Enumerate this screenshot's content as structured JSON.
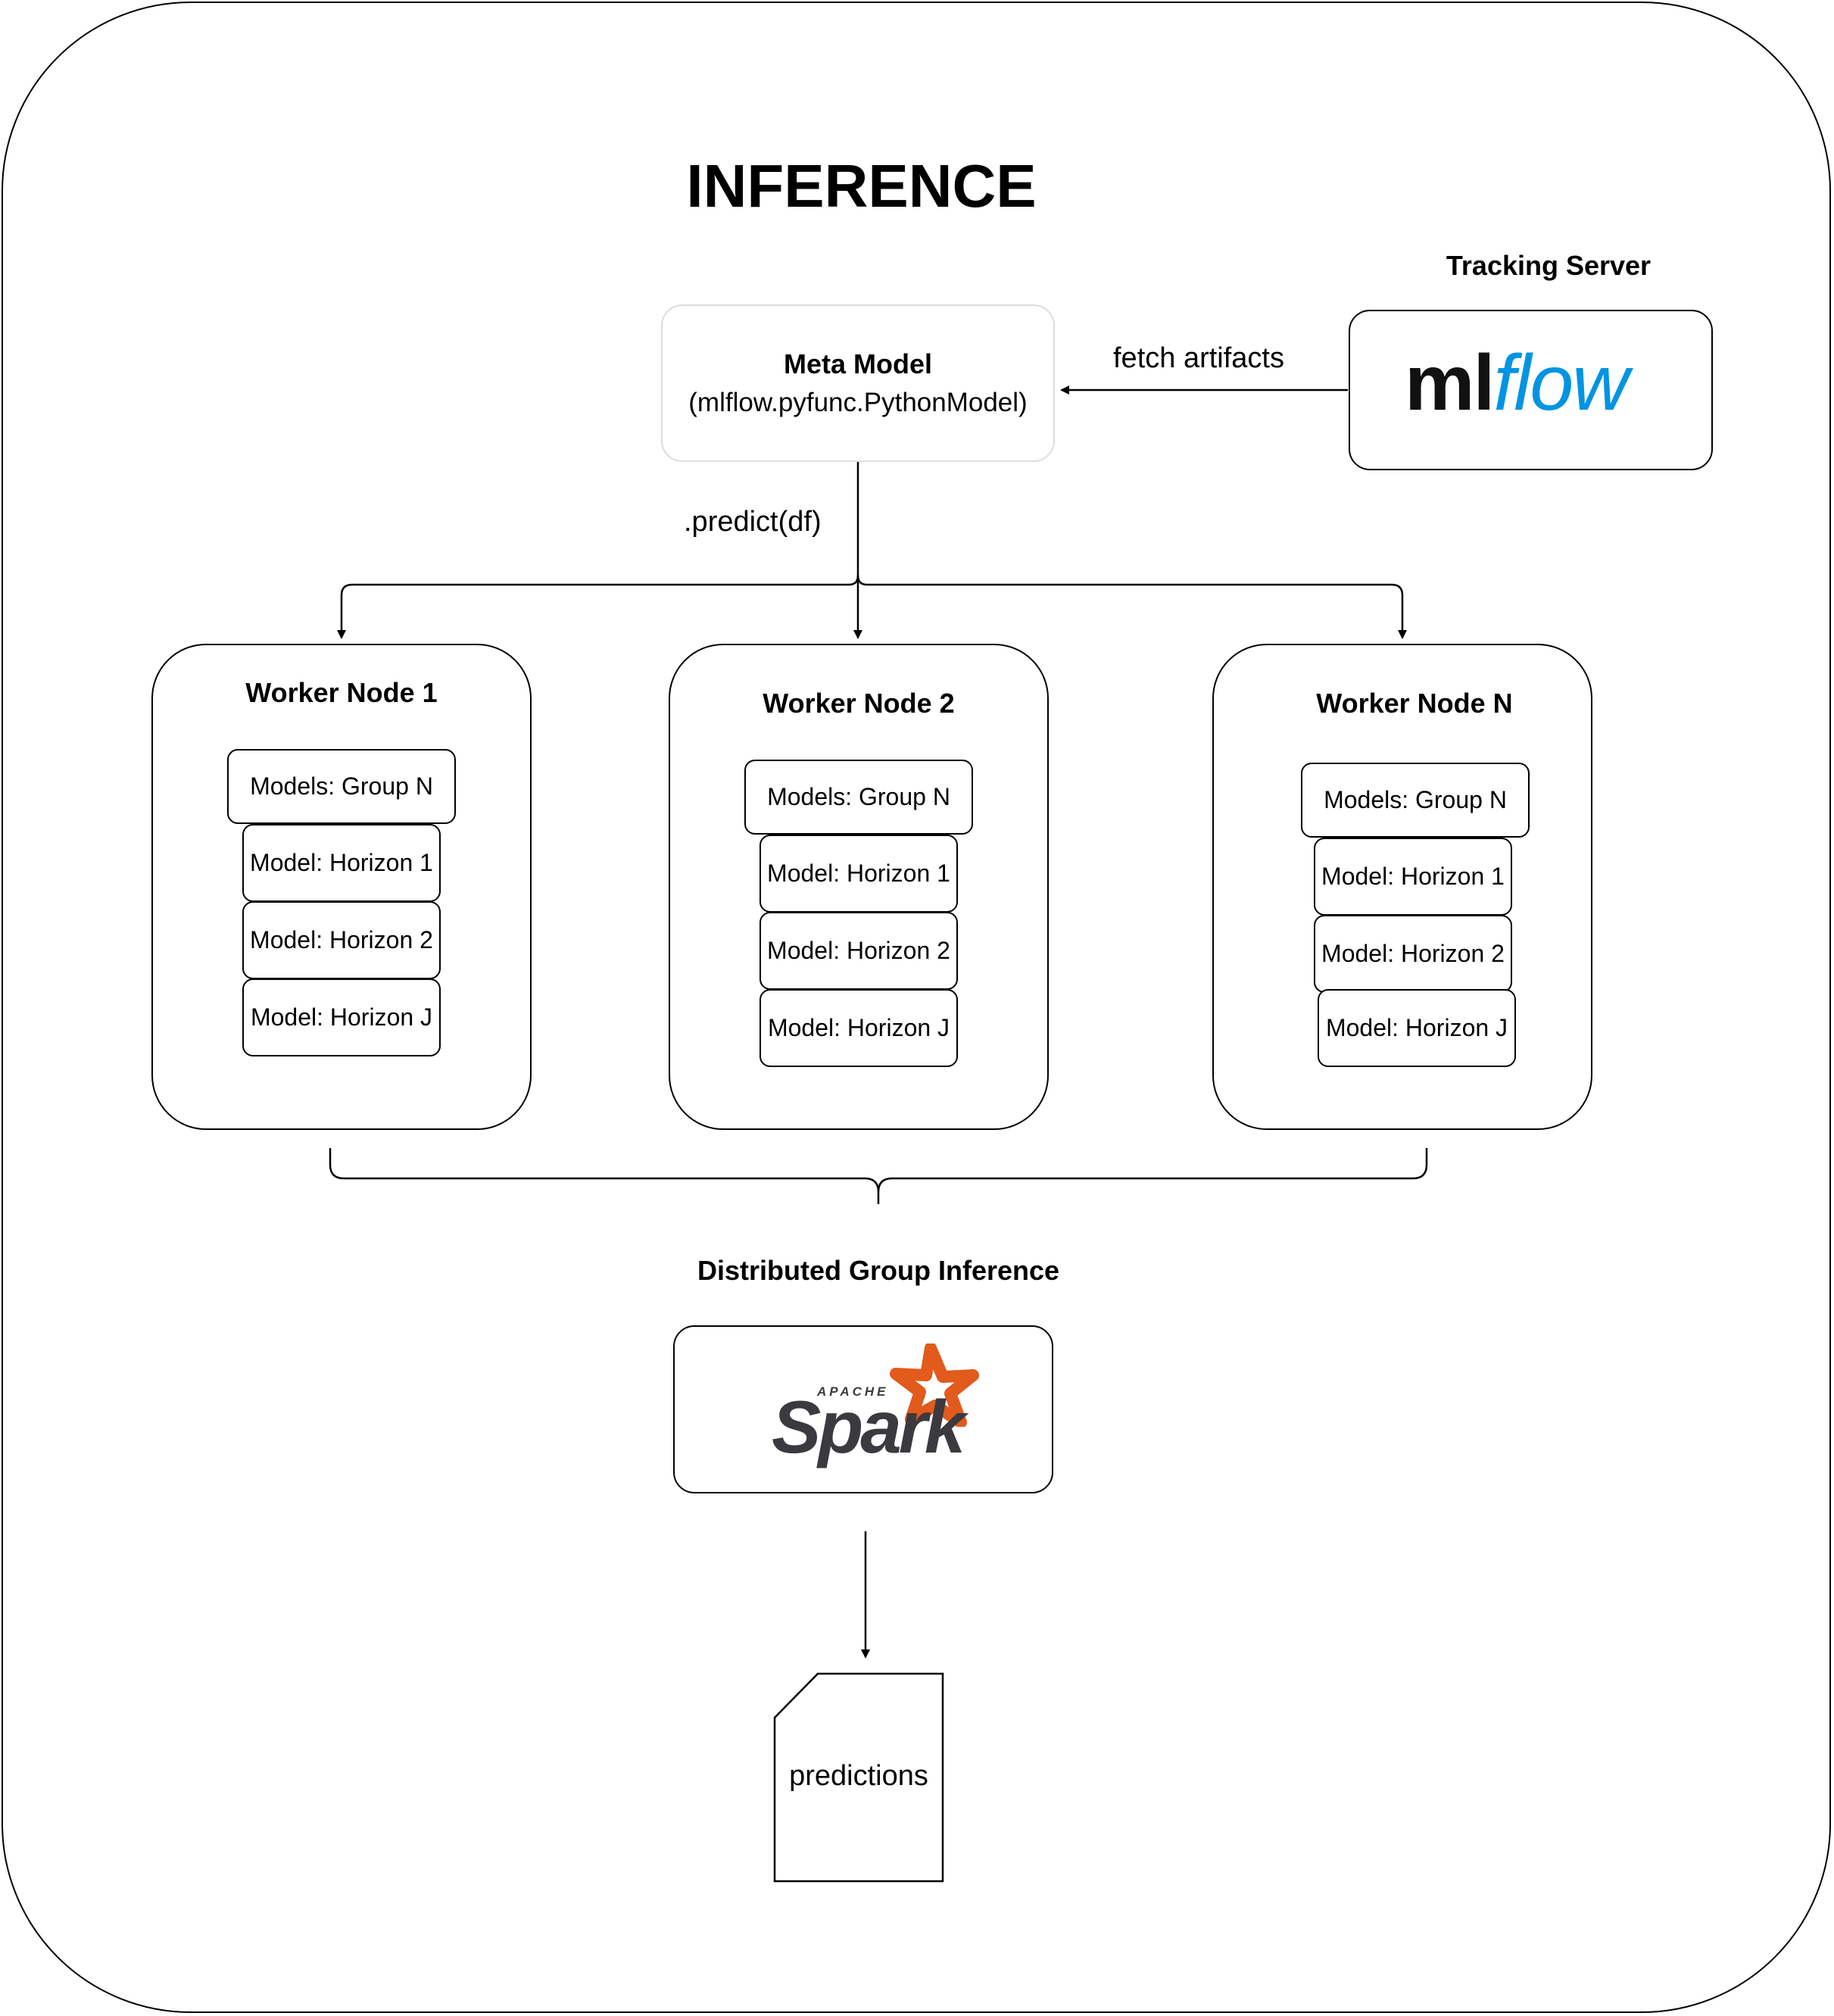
{
  "title": "INFERENCE",
  "tracking_server": {
    "label": "Tracking Server",
    "logo_text": "mlflow",
    "logo_text_ml": "ml",
    "logo_text_flow": "flow",
    "logo_color": "#0194e2"
  },
  "meta_model": {
    "title": "Meta Model",
    "subtitle": "(mlflow.pyfunc.PythonModel)"
  },
  "edges": {
    "fetch": "fetch artifacts",
    "predict": ".predict(df)"
  },
  "worker_nodes": [
    {
      "title": "Worker Node 1",
      "group": "Models: Group N",
      "models": [
        "Model: Horizon 1",
        "Model: Horizon 2",
        "Model: Horizon J"
      ]
    },
    {
      "title": "Worker Node 2",
      "group": "Models: Group N",
      "models": [
        "Model: Horizon 1",
        "Model: Horizon 2",
        "Model: Horizon J"
      ]
    },
    {
      "title": "Worker Node N",
      "group": "Models: Group N",
      "models": [
        "Model: Horizon 1",
        "Model: Horizon 2",
        "Model: Horizon J"
      ]
    }
  ],
  "distributed": {
    "label": "Distributed Group Inference",
    "logo_small": "APACHE",
    "logo_text": "Spark",
    "logo_star_color": "#e25a1c",
    "logo_text_color": "#3c3a3e"
  },
  "output": {
    "label": "predictions"
  }
}
